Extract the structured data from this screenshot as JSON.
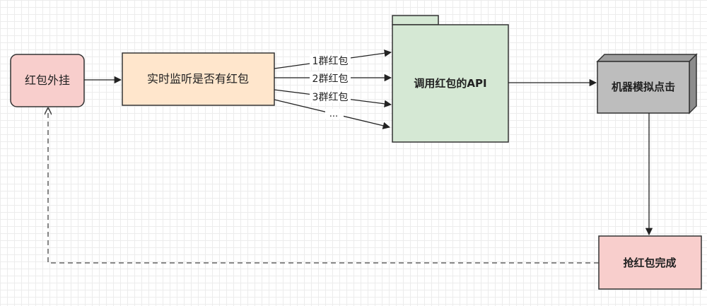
{
  "nodes": {
    "plugin": {
      "label": "红包外挂",
      "fill": "#f8cecc",
      "stroke": "#333333"
    },
    "monitor": {
      "label": "实时监听是否有红包",
      "fill": "#ffe6cc",
      "stroke": "#333333"
    },
    "api": {
      "label": "调用红包的API",
      "fill": "#d5e8d4",
      "stroke": "#333333"
    },
    "machine": {
      "label": "机器模拟点击",
      "fill": "#bdbdbd",
      "stroke": "#333333"
    },
    "done": {
      "label": "抢红包完成",
      "fill": "#f8cecc",
      "stroke": "#333333"
    }
  },
  "edges": {
    "group1": "1群红包",
    "group2": "2群红包",
    "group3": "3群红包",
    "more": "..."
  },
  "colors": {
    "line": "#222222",
    "dashed": "#444444"
  }
}
